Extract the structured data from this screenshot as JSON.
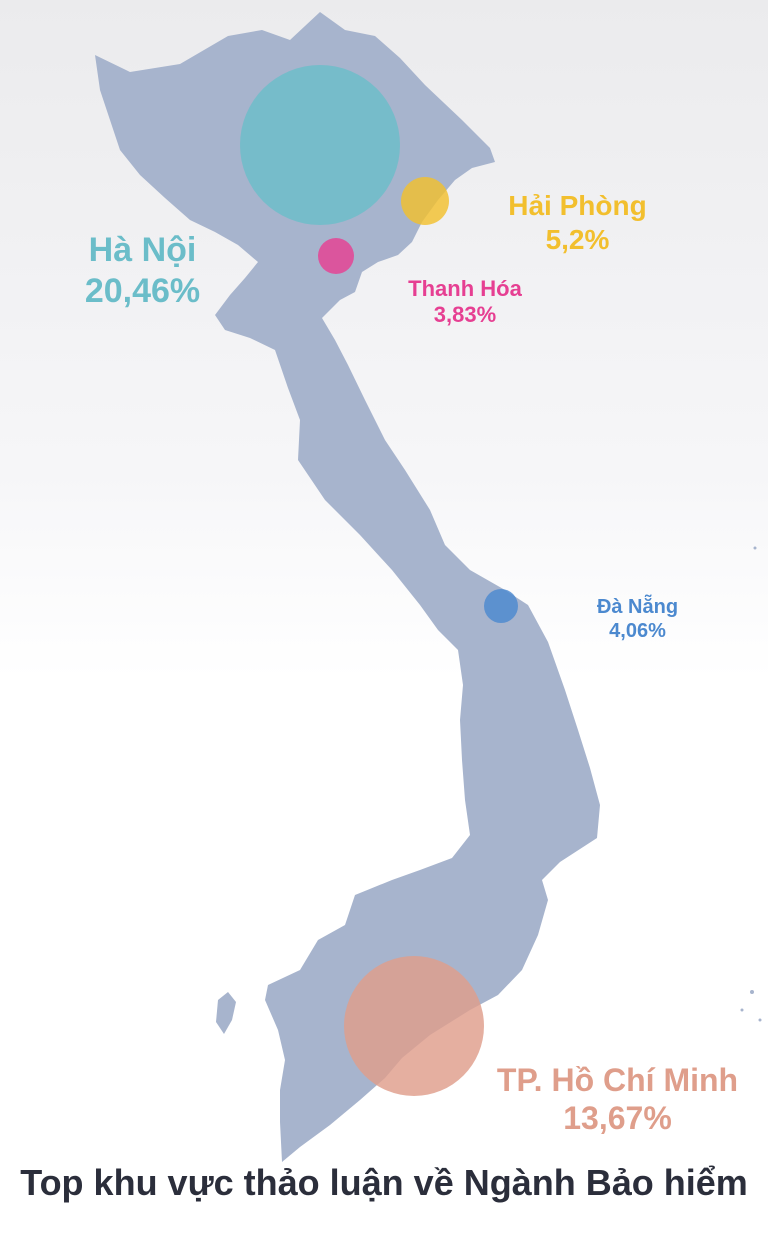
{
  "title": "Top khu vực thảo luận về Ngành Bảo hiểm",
  "map": {
    "land_color": "#a7b4cd"
  },
  "regions": [
    {
      "name": "Hà Nội",
      "value": "20,46%",
      "color": "#6bbdc9"
    },
    {
      "name": "Hải Phòng",
      "value": "5,2%",
      "color": "#f2bf2e"
    },
    {
      "name": "Thanh Hóa",
      "value": "3,83%",
      "color": "#e63f92"
    },
    {
      "name": "Đà Nẵng",
      "value": "4,06%",
      "color": "#4c89cf"
    },
    {
      "name": "TP. Hồ Chí Minh",
      "value": "13,67%",
      "color": "#df9e8b"
    }
  ]
}
